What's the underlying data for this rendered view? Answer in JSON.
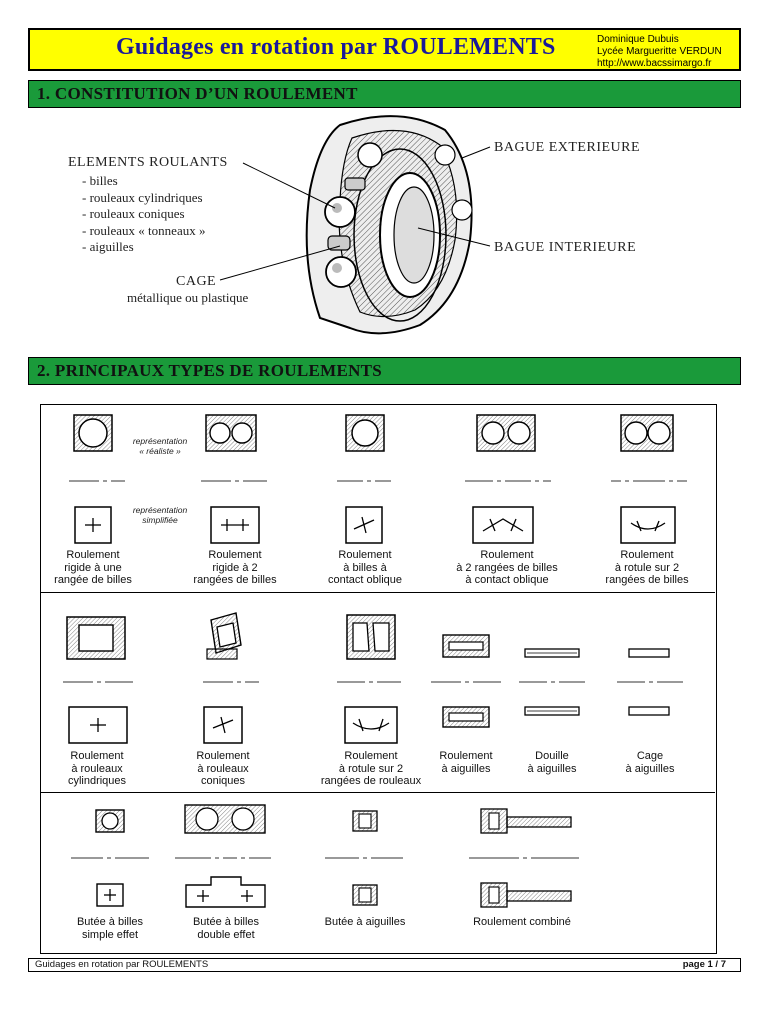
{
  "header": {
    "title": "Guidages en rotation par ROULEMENTS",
    "author_lines": [
      "Dominique Dubuis",
      "Lycée Margueritte VERDUN",
      "http://www.bacssimargo.fr"
    ]
  },
  "section1": {
    "title": "1. CONSTITUTION D’UN ROULEMENT",
    "rolling_elements_title": "ELEMENTS ROULANTS",
    "rolling_elements": [
      "- billes",
      "- rouleaux cylindriques",
      "- rouleaux coniques",
      "- rouleaux « tonneaux »",
      "- aiguilles"
    ],
    "cage_title": "CAGE",
    "cage_desc": "métallique ou plastique",
    "outer_ring": "BAGUE EXTERIEURE",
    "inner_ring": "BAGUE INTERIEURE"
  },
  "section2": {
    "title": "2. PRINCIPAUX TYPES DE ROULEMENTS",
    "note_realistic": [
      "représentation",
      "« réaliste »"
    ],
    "note_simplified": [
      "représentation",
      "simplifiée"
    ],
    "row1": [
      [
        "Roulement",
        "rigide à une",
        "rangée de billes"
      ],
      [
        "Roulement",
        "rigide à 2",
        "rangées de billes"
      ],
      [
        "Roulement",
        "à billes à",
        "contact oblique"
      ],
      [
        "Roulement",
        "à 2 rangées de billes",
        "à contact oblique"
      ],
      [
        "Roulement",
        "à rotule sur 2",
        "rangées de billes"
      ]
    ],
    "row2": [
      [
        "Roulement",
        "à rouleaux",
        "cylindriques"
      ],
      [
        "Roulement",
        "à rouleaux",
        "coniques"
      ],
      [
        "Roulement",
        "à rotule sur 2",
        "rangées de rouleaux"
      ],
      [
        "Roulement",
        "à aiguilles",
        ""
      ],
      [
        "Douille",
        "à aiguilles",
        ""
      ],
      [
        "Cage",
        "à aiguilles",
        ""
      ]
    ],
    "row3": [
      [
        "Butée à billes",
        "simple effet"
      ],
      [
        "Butée à billes",
        "double effet"
      ],
      [
        "Butée à aiguilles",
        ""
      ],
      [
        "Roulement combiné",
        ""
      ]
    ]
  },
  "footer": {
    "left": "Guidages en rotation par ROULEMENTS",
    "right": "page 1 / 7"
  }
}
